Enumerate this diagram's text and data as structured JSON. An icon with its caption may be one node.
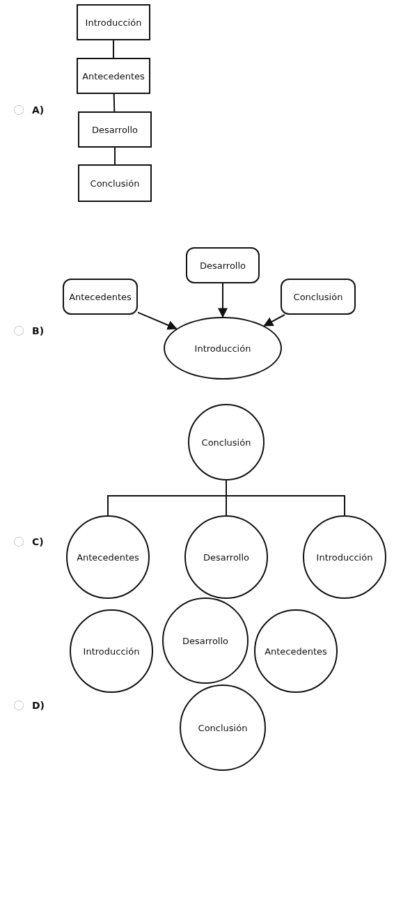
{
  "diagram": {
    "nodes": [
      {
        "text": [
          "Introducción"
        ]
      },
      {
        "text": [
          "Antecedentes"
        ]
      },
      {
        "text": [
          "Desarrollo"
        ]
      },
      {
        "text": [
          "Conclusión"
        ]
      },
      {
        "text": [
          "Desarrollo"
        ]
      },
      {
        "text": [
          "Antecedentes"
        ]
      },
      {
        "text": [
          "Conclusión"
        ]
      },
      {
        "text": [
          "Introducción"
        ]
      },
      {
        "text": [
          "Conclusión"
        ]
      },
      {
        "text": [
          "Antecedentes"
        ]
      },
      {
        "text": [
          "Desarrollo"
        ]
      },
      {
        "text": [
          "Introducción"
        ]
      },
      {
        "text": [
          "Introducción"
        ]
      },
      {
        "text": [
          "Desarrollo"
        ]
      },
      {
        "text": [
          "Antecedentes"
        ]
      },
      {
        "text": [
          "Conclusión"
        ]
      }
    ],
    "edges": [
      {
        "from": 0,
        "to": 1,
        "arrow": "none"
      },
      {
        "from": 1,
        "to": 2,
        "arrow": "none"
      },
      {
        "from": 2,
        "to": 3,
        "arrow": "none"
      },
      {
        "from": 4,
        "to": 7,
        "arrow": "to"
      },
      {
        "from": 5,
        "to": 7,
        "arrow": "to"
      },
      {
        "from": 6,
        "to": 7,
        "arrow": "to"
      },
      {
        "from": 8,
        "to": 9,
        "arrow": "none"
      },
      {
        "from": 8,
        "to": 10,
        "arrow": "none"
      },
      {
        "from": 8,
        "to": 11,
        "arrow": "none"
      }
    ],
    "labels": [
      "A)",
      "B)",
      "C)",
      "D)"
    ]
  }
}
